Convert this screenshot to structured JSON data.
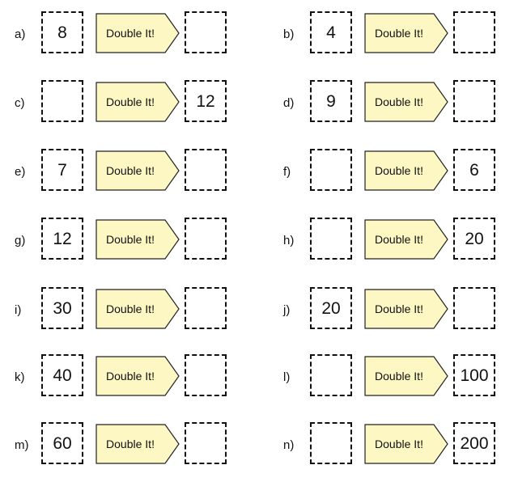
{
  "machine": {
    "label": "Double It!",
    "fill": "#fdf7c3",
    "stroke": "#222222"
  },
  "problems": [
    {
      "label": "a)",
      "input": "8",
      "output": ""
    },
    {
      "label": "b)",
      "input": "4",
      "output": ""
    },
    {
      "label": "c)",
      "input": "",
      "output": "12"
    },
    {
      "label": "d)",
      "input": "9",
      "output": ""
    },
    {
      "label": "e)",
      "input": "7",
      "output": ""
    },
    {
      "label": "f)",
      "input": "",
      "output": "6"
    },
    {
      "label": "g)",
      "input": "12",
      "output": ""
    },
    {
      "label": "h)",
      "input": "",
      "output": "20"
    },
    {
      "label": "i)",
      "input": "30",
      "output": ""
    },
    {
      "label": "j)",
      "input": "20",
      "output": ""
    },
    {
      "label": "k)",
      "input": "40",
      "output": ""
    },
    {
      "label": "l)",
      "input": "",
      "output": "100"
    },
    {
      "label": "m)",
      "input": "60",
      "output": ""
    },
    {
      "label": "n)",
      "input": "",
      "output": "200"
    }
  ]
}
